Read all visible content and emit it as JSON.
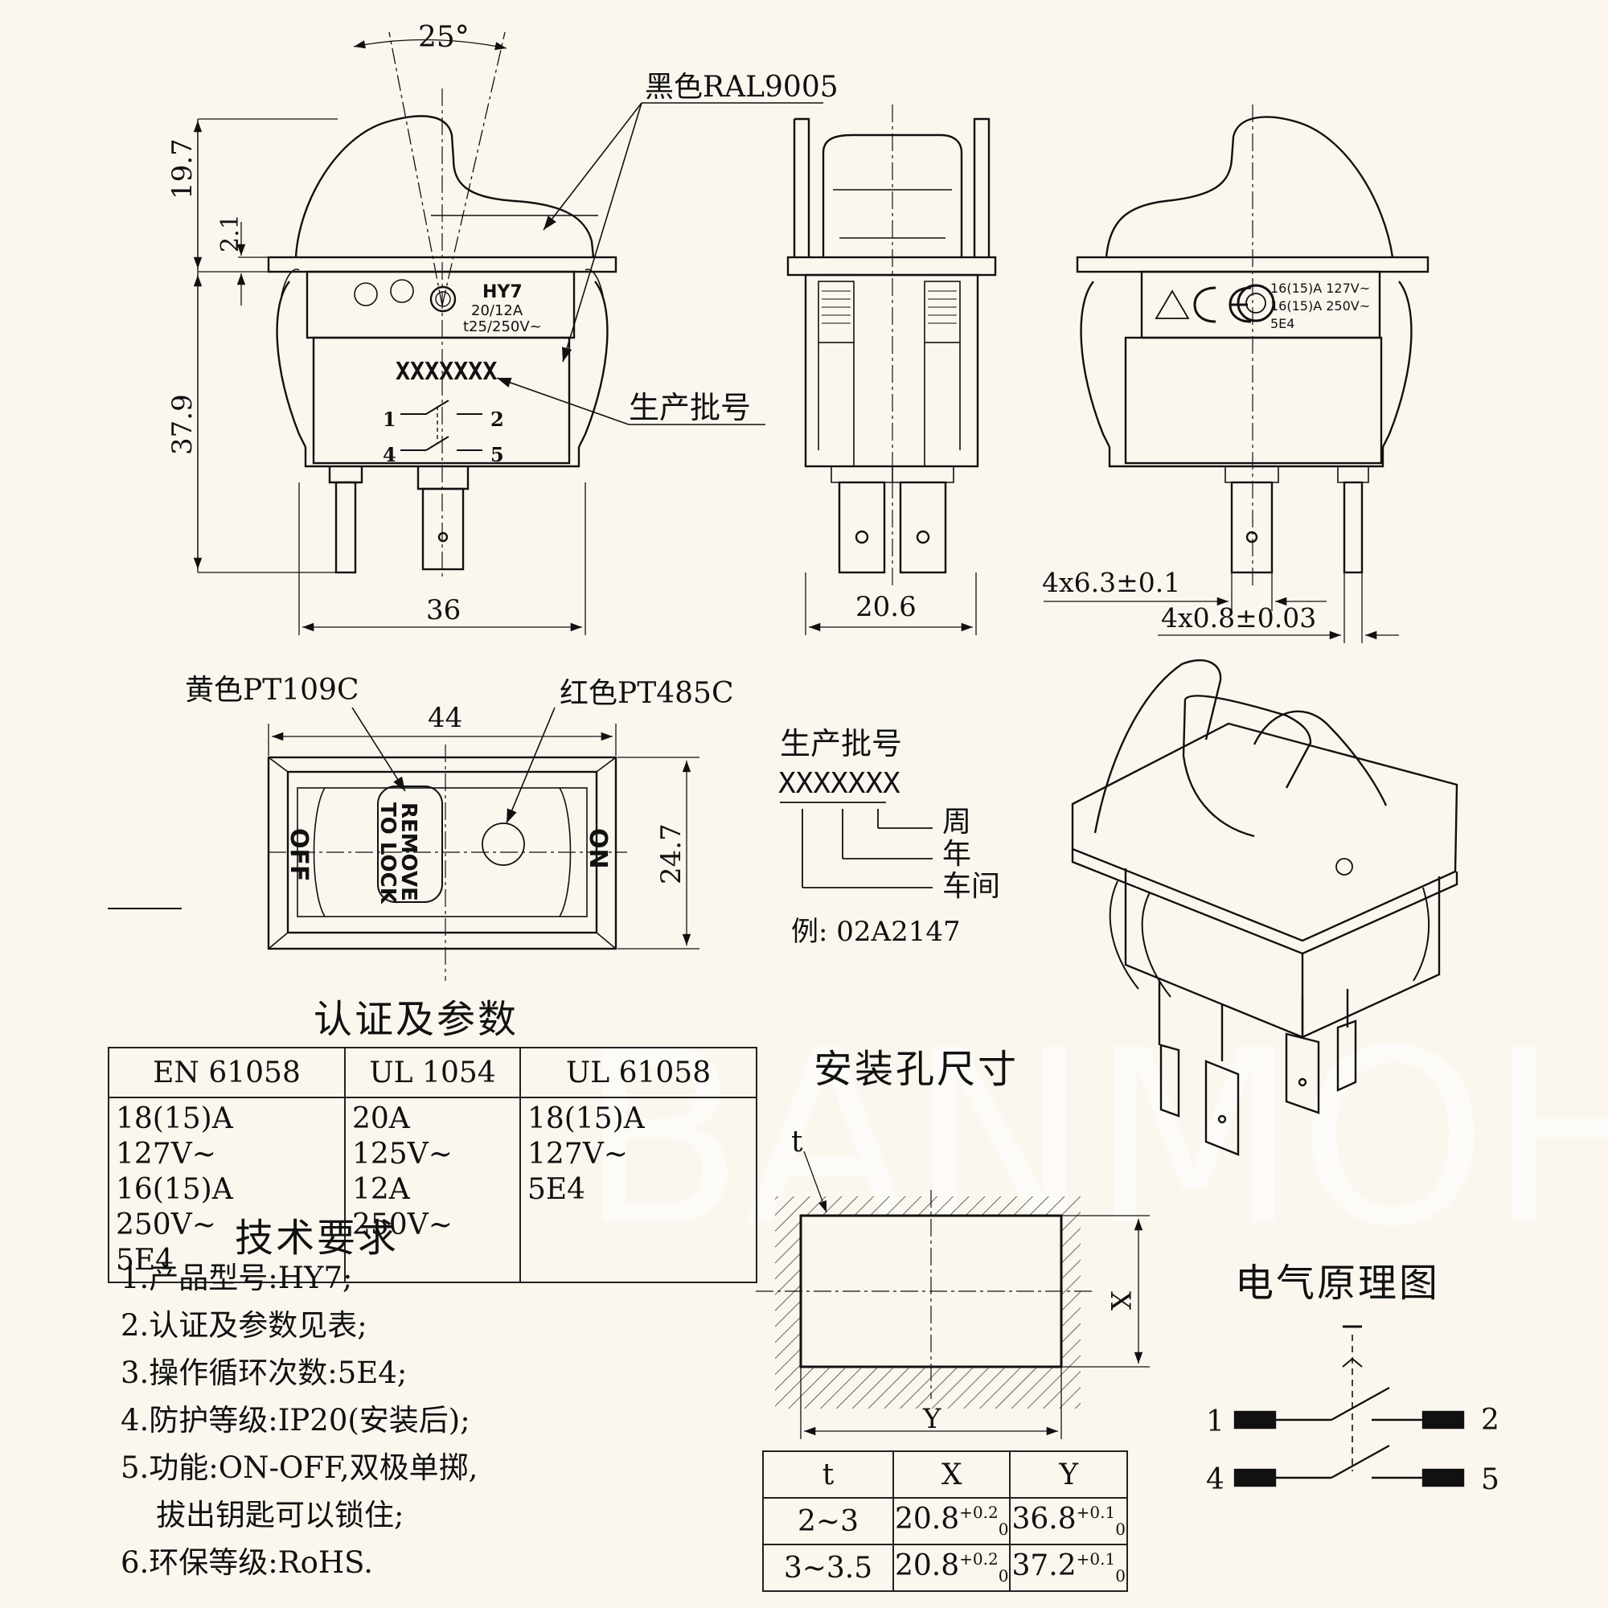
{
  "dimensions": {
    "angle": "25°",
    "h_top": "19.7",
    "h_step": "2.1",
    "h_body": "37.9",
    "w_front": "36",
    "w_side": "20.6",
    "terminal_w": "4x6.3±0.1",
    "terminal_t": "4x0.8±0.03",
    "top_w": "44",
    "top_h": "24.7"
  },
  "callouts": {
    "black": "黑色RAL9005",
    "batch": "生产批号",
    "yellow": "黄色PT109C",
    "red": "红色PT485C"
  },
  "front_marks": {
    "model": "HY7",
    "rating1": "20/12A",
    "rating2": "t25/250V~",
    "batch_code": "XXXXXXX",
    "pins": [
      "1",
      "2",
      "4",
      "5"
    ]
  },
  "back_marks": {
    "line1": "16(15)A 127V~",
    "line2": "16(15)A 250V~",
    "line3": "5E4"
  },
  "top_view": {
    "off": "OFF",
    "on": "ON",
    "key_line1": "REMOVE",
    "key_line2": "TO LOCK"
  },
  "batch_legend": {
    "title": "生产批号",
    "code": "XXXXXXX",
    "week": "周",
    "year": "年",
    "workshop": "车间",
    "example": "例: 02A2147"
  },
  "cert_title": "认证及参数",
  "cert_table": {
    "headers": [
      "EN 61058",
      "UL 1054",
      "UL 61058"
    ],
    "rows": [
      [
        "18(15)A 127V~",
        "20A 125V~",
        "18(15)A 127V~"
      ],
      [
        "16(15)A 250V~",
        "12A 250V~",
        "5E4"
      ],
      [
        "5E4",
        "",
        ""
      ]
    ]
  },
  "tech_title": "技术要求",
  "tech_items": [
    "1.产品型号:HY7;",
    "2.认证及参数见表;",
    "3.操作循环次数:5E4;",
    "4.防护等级:IP20(安装后);",
    "5.功能:ON-OFF,双极单掷,",
    "拔出钥匙可以锁住;",
    "6.环保等级:RoHS."
  ],
  "hole_title": "安装孔尺寸",
  "hole_labels": {
    "t": "t",
    "x": "X",
    "y": "Y"
  },
  "hole_table": {
    "headers": [
      "t",
      "X",
      "Y"
    ],
    "rows": [
      {
        "t": "2~3",
        "x": "20.8",
        "x_tol_up": "+0.2",
        "x_tol_lo": "0",
        "y": "36.8",
        "y_tol_up": "+0.1",
        "y_tol_lo": "0"
      },
      {
        "t": "3~3.5",
        "x": "20.8",
        "x_tol_up": "+0.2",
        "x_tol_lo": "0",
        "y": "37.2",
        "y_tol_up": "+0.1",
        "y_tol_lo": "0"
      }
    ]
  },
  "schematic": {
    "title": "电气原理图",
    "pins": [
      "1",
      "2",
      "4",
      "5"
    ]
  },
  "watermark": "BANMOH"
}
